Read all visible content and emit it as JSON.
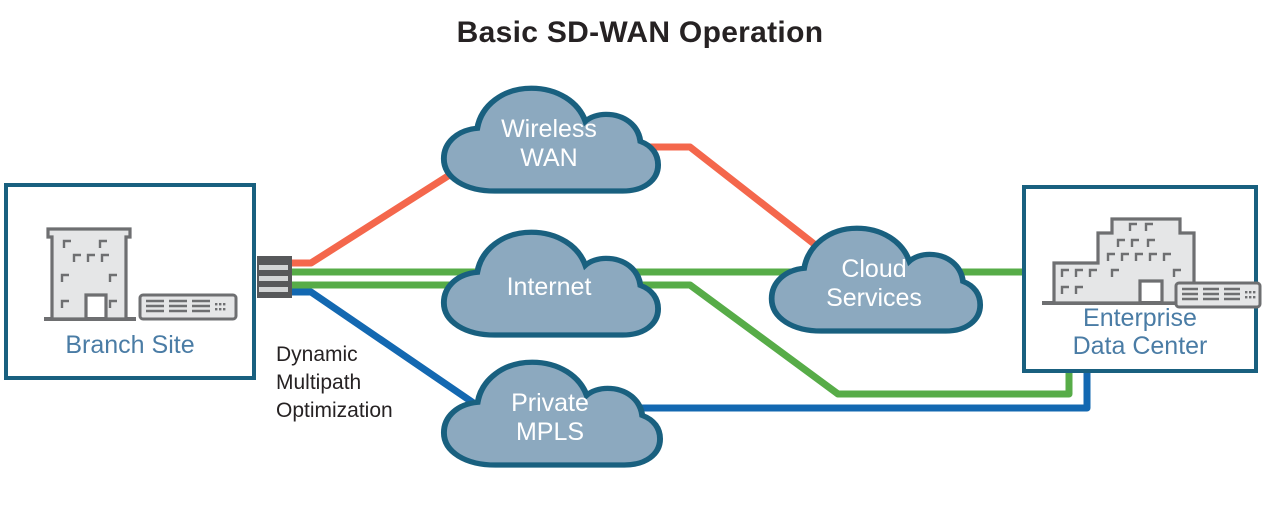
{
  "title": "Basic SD-WAN Operation",
  "colors": {
    "teal": "#19607F",
    "cloud_fill": "#8CA9BF",
    "steel": "#4A7CA5",
    "orange": "#F4674C",
    "green": "#57AC48",
    "blue": "#1368B1",
    "dark_gray": "#57585A",
    "stripe_gray": "#D2D4D5",
    "light_gray": "#E5E6E7",
    "icon_gray": "#6E6F71",
    "text_black": "#262223"
  },
  "nodes": {
    "branch_site": {
      "label": "Branch Site"
    },
    "wireless_wan": {
      "lines": [
        "Wireless",
        "WAN"
      ]
    },
    "internet": {
      "lines": [
        "Internet"
      ]
    },
    "private_mpls": {
      "lines": [
        "Private",
        "MPLS"
      ]
    },
    "cloud_services": {
      "lines": [
        "Cloud",
        "Services"
      ]
    },
    "enterprise_dc": {
      "lines": [
        "Enterprise",
        "Data Center"
      ]
    }
  },
  "annotation": {
    "lines": [
      "Dynamic",
      "Multipath",
      "Optimization"
    ]
  },
  "links": [
    {
      "name": "branch-to-wireless-wan-to-cloud-services",
      "color": "orange"
    },
    {
      "name": "branch-to-internet-to-cloud-services-to-data-center",
      "color": "green"
    },
    {
      "name": "branch-to-internet-to-data-center",
      "color": "green"
    },
    {
      "name": "branch-to-private-mpls-to-data-center",
      "color": "blue"
    }
  ],
  "icons": {
    "branch_site": [
      "building-icon",
      "router-icon"
    ],
    "enterprise_dc": [
      "building-icon",
      "router-icon"
    ],
    "connector": "wan-port-bundle-icon"
  }
}
